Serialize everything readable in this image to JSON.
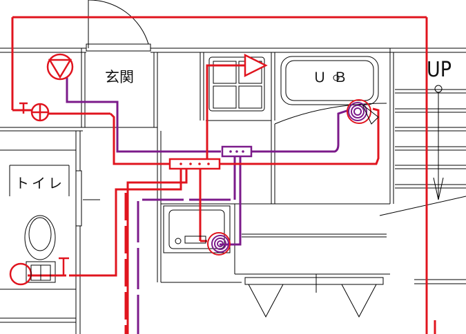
{
  "labels": {
    "entrance": "玄関",
    "unit_bath": "ＵＢ",
    "toilet": "トイレ",
    "stairs_up": "UP"
  },
  "colors": {
    "wall": "#000000",
    "hot_water_pipe": "#e0141e",
    "drain_pipe": "#7b1a8a"
  },
  "fixtures": [
    "water-meter-icon",
    "faucet-icon",
    "water-heater-icon",
    "header-manifold-icon",
    "bathtub-icon",
    "toilet-icon",
    "washbasin-icon",
    "kitchen-sink-icon",
    "door-swing-icon"
  ]
}
